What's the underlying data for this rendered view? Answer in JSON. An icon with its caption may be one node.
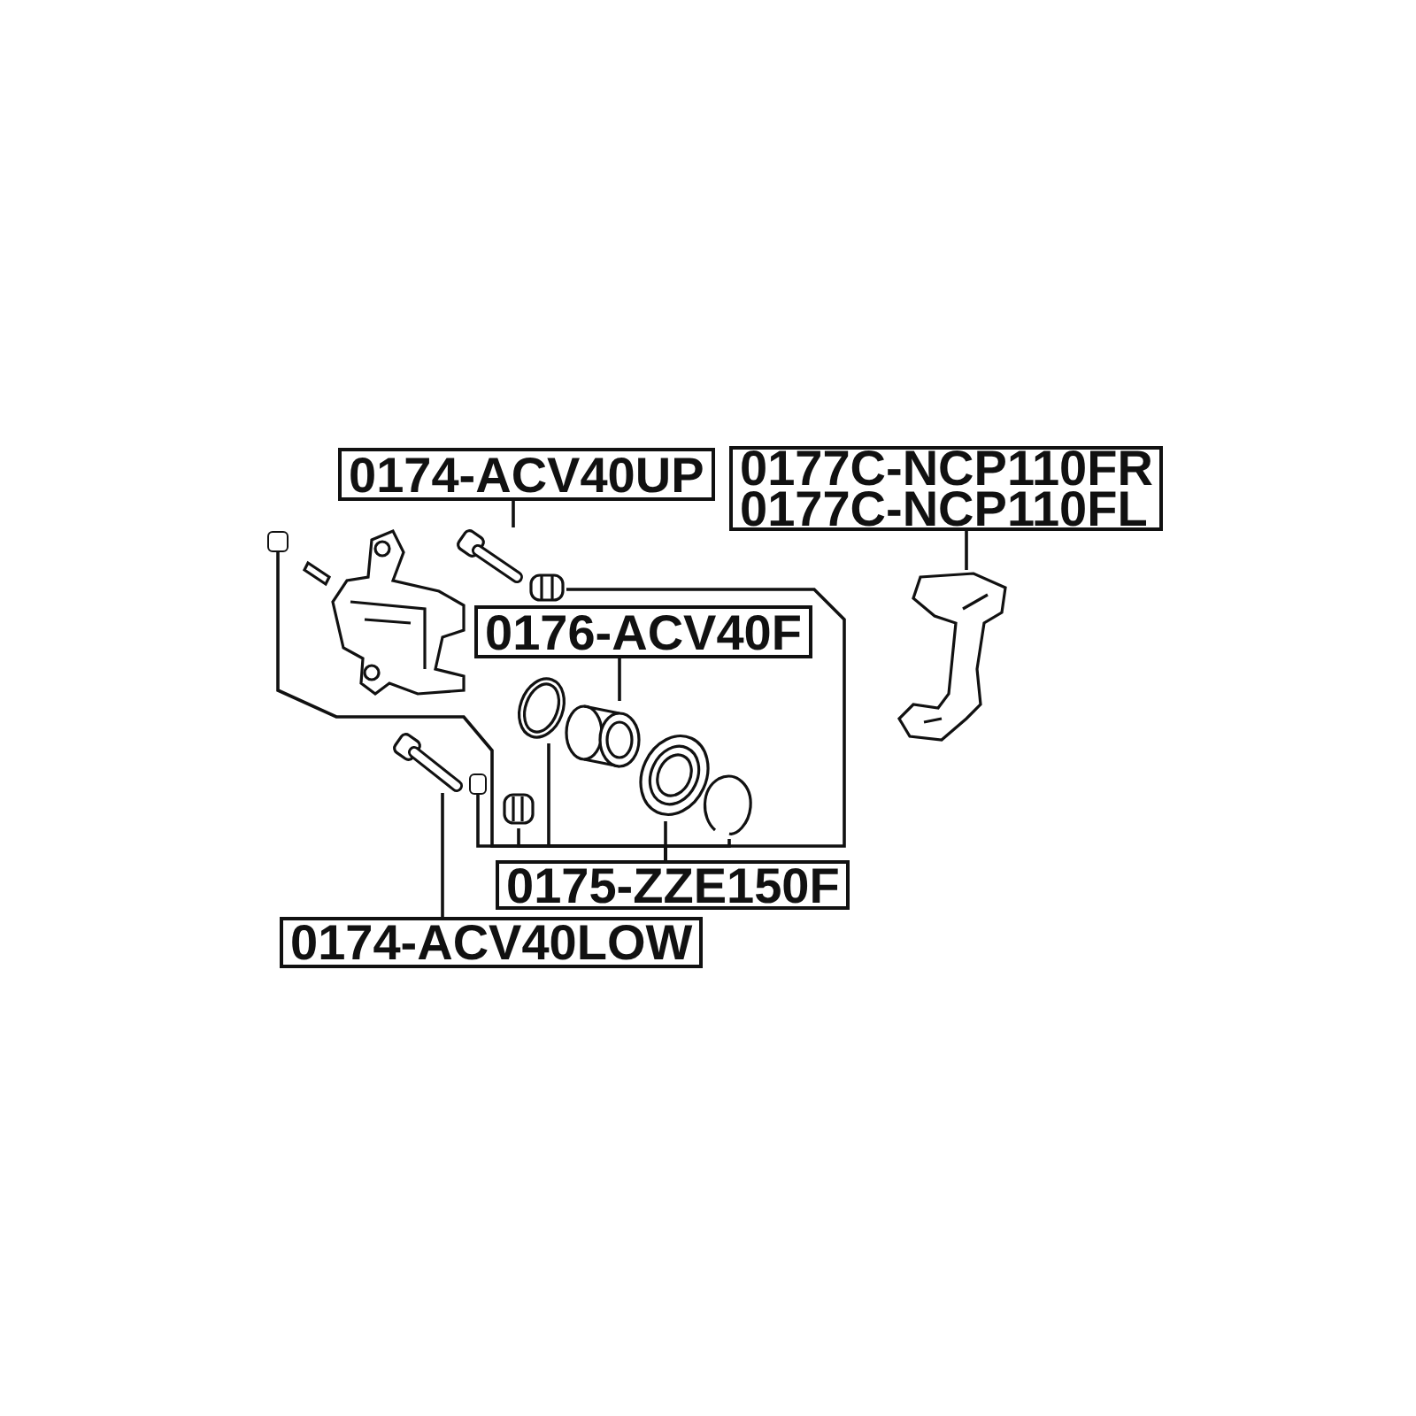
{
  "diagram": {
    "nodes": [
      {
        "text": [
          "0174-ACV40UP"
        ]
      },
      {
        "text": [
          "0177C-NCP110FR",
          "0177C-NCP110FL"
        ]
      },
      {
        "text": [
          "0176-ACV40F"
        ]
      },
      {
        "text": [
          "0175-ZZE150F"
        ]
      },
      {
        "text": [
          "0174-ACV40LOW"
        ]
      },
      {
        "text": [],
        "shape": "picture"
      },
      {
        "text": [],
        "shape": "picture"
      },
      {
        "text": [],
        "shape": "picture"
      },
      {
        "text": [],
        "shape": "picture"
      },
      {
        "text": [],
        "shape": "picture"
      },
      {
        "text": [],
        "shape": "picture"
      },
      {
        "text": [],
        "shape": "picture"
      },
      {
        "text": [],
        "shape": "picture"
      },
      {
        "text": [],
        "shape": "box"
      },
      {
        "text": [],
        "shape": "box"
      },
      {
        "text": [],
        "shape": "picture"
      }
    ],
    "edges": [
      {
        "from": 0,
        "to": 5,
        "arrow": "none"
      },
      {
        "from": 1,
        "to": 7,
        "arrow": "none"
      },
      {
        "from": 2,
        "to": 8,
        "arrow": "none"
      },
      {
        "from": 4,
        "to": 15,
        "arrow": "none"
      },
      {
        "from": 3,
        "to": 14,
        "arrow": "none"
      },
      {
        "from": 3,
        "to": 13,
        "arrow": "none"
      },
      {
        "from": 3,
        "to": 12,
        "arrow": "none"
      },
      {
        "from": 3,
        "to": 9,
        "arrow": "none"
      },
      {
        "from": 3,
        "to": 10,
        "arrow": "none"
      },
      {
        "from": 3,
        "to": 11,
        "arrow": "none"
      },
      {
        "from": 3,
        "to": 6,
        "arrow": "none"
      }
    ]
  }
}
